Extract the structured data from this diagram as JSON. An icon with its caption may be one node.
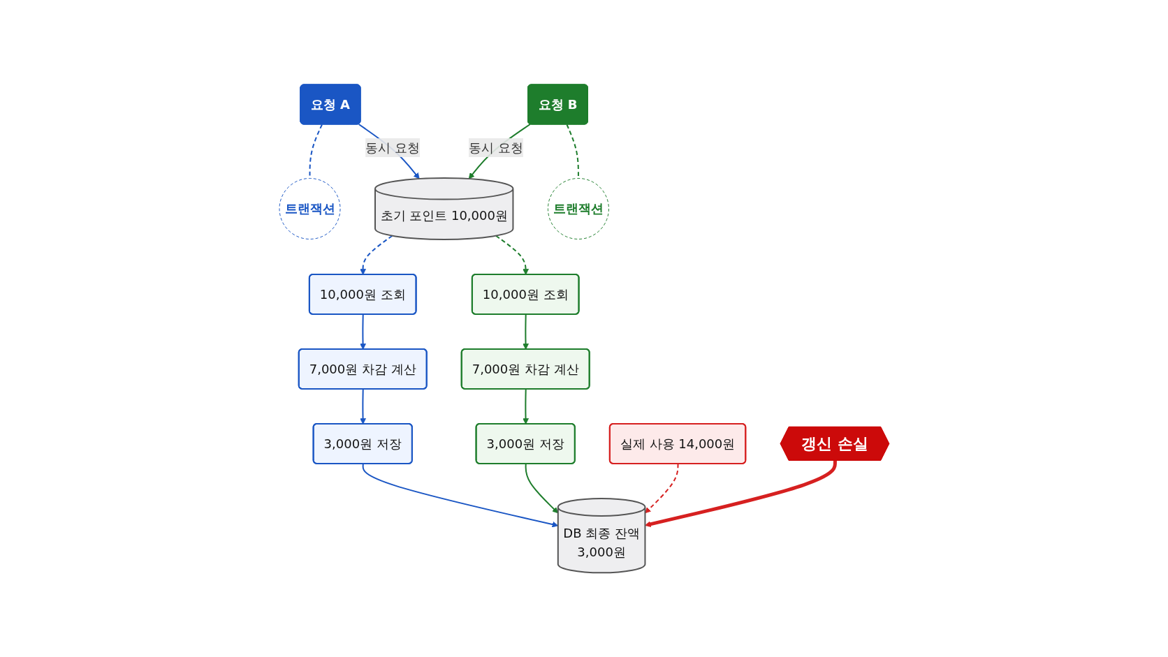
{
  "diagram": {
    "nodes": [
      {
        "text": [
          "요청 A"
        ]
      },
      {
        "text": [
          "트랜잭션"
        ]
      },
      {
        "text": [
          "초기 포인트 10,000원"
        ]
      },
      {
        "text": [
          "요청 B"
        ]
      },
      {
        "text": [
          "트랜잭션"
        ]
      },
      {
        "text": [
          "10,000원 조회"
        ]
      },
      {
        "text": [
          "7,000원 차감 계산"
        ]
      },
      {
        "text": [
          "3,000원 저장"
        ]
      },
      {
        "text": [
          "10,000원 조회"
        ]
      },
      {
        "text": [
          "7,000원 차감 계산"
        ]
      },
      {
        "text": [
          "3,000원 저장"
        ]
      },
      {
        "text": [
          "실제 사용 14,000원"
        ]
      },
      {
        "text": [
          "DB 최종 잔액",
          "3,000원"
        ]
      },
      {
        "text": [
          "갱신 손실"
        ]
      }
    ],
    "edges": [
      {
        "from": 0,
        "to": 2,
        "arrow": "to",
        "label": "동시 요청",
        "color": "#1a56c4"
      },
      {
        "from": 3,
        "to": 2,
        "arrow": "to",
        "label": "동시 요청",
        "color": "#1e7d2c"
      },
      {
        "from": 0,
        "to": 1,
        "arrow": "none",
        "style": "dashed",
        "color": "#1a56c4"
      },
      {
        "from": 3,
        "to": 4,
        "arrow": "none",
        "style": "dashed",
        "color": "#1e7d2c"
      },
      {
        "from": 2,
        "to": 5,
        "arrow": "to",
        "style": "dashed",
        "color": "#1a56c4"
      },
      {
        "from": 2,
        "to": 8,
        "arrow": "to",
        "style": "dashed",
        "color": "#1e7d2c"
      },
      {
        "from": 5,
        "to": 6,
        "arrow": "to",
        "color": "#1a56c4"
      },
      {
        "from": 6,
        "to": 7,
        "arrow": "to",
        "color": "#1a56c4"
      },
      {
        "from": 8,
        "to": 9,
        "arrow": "to",
        "color": "#1e7d2c"
      },
      {
        "from": 9,
        "to": 10,
        "arrow": "to",
        "color": "#1e7d2c"
      },
      {
        "from": 7,
        "to": 12,
        "arrow": "to",
        "color": "#1a56c4"
      },
      {
        "from": 10,
        "to": 12,
        "arrow": "to",
        "color": "#1e7d2c"
      },
      {
        "from": 11,
        "to": 12,
        "arrow": "to",
        "style": "dashed",
        "color": "#d62020"
      },
      {
        "from": 13,
        "to": 12,
        "arrow": "to",
        "style": "thick",
        "color": "#d62020"
      }
    ]
  }
}
